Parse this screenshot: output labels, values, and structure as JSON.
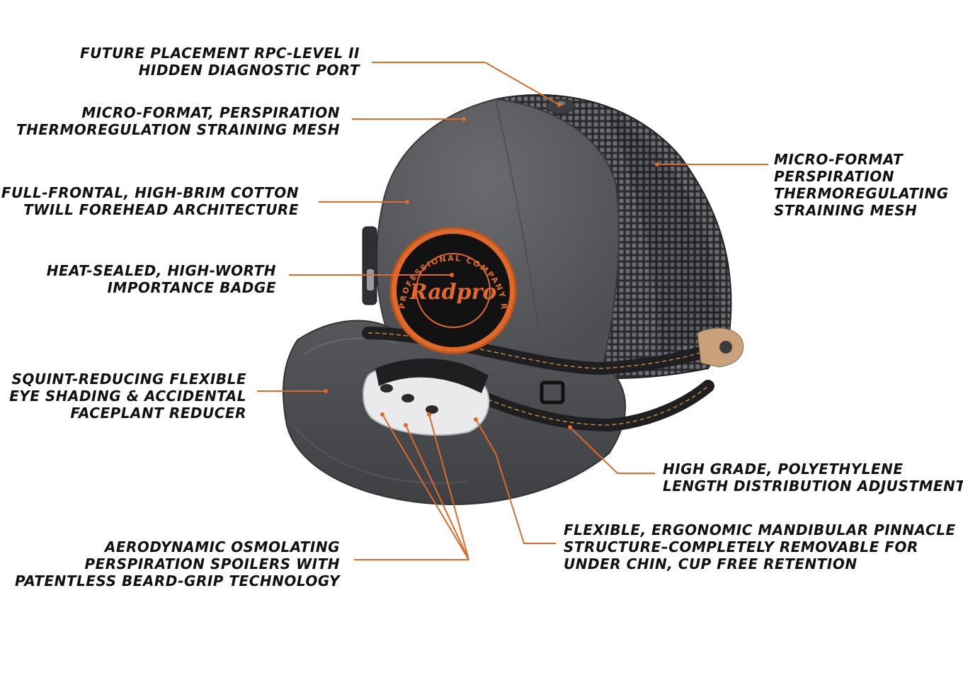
{
  "colors": {
    "accent": "#e0692a",
    "text": "#111111",
    "cap_crown": "#5b5c5e",
    "cap_brim": "#4b4c4e",
    "mesh": "#2c2d30",
    "badge_ring": "#e0692a",
    "badge_center": "#121212"
  },
  "badge": {
    "brand": "Radpro",
    "ring_text": "PROFESSIONAL COMPANY RADICAL"
  },
  "callouts": {
    "diagnostic_port": [
      "FUTURE PLACEMENT RPC-LEVEL II",
      "HIDDEN DIAGNOSTIC PORT"
    ],
    "straining_mesh_left": [
      "MICRO-FORMAT, PERSPIRATION",
      "THERMOREGULATION STRAINING MESH"
    ],
    "forehead": [
      "FULL-FRONTAL, HIGH-BRIM COTTON",
      "TWILL FOREHEAD ARCHITECTURE"
    ],
    "badge": [
      "HEAT-SEALED, HIGH-WORTH",
      "IMPORTANCE BADGE"
    ],
    "brim": [
      "SQUINT-REDUCING FLEXIBLE",
      "EYE SHADING & ACCIDENTAL",
      "FACEPLANT REDUCER"
    ],
    "spoilers": [
      "AERODYNAMIC OSMOLATING",
      "PERSPIRATION SPOILERS WITH",
      "PATENTLESS BEARD-GRIP TECHNOLOGY"
    ],
    "mesh_right": [
      "MICRO-FORMAT",
      "PERSPIRATION",
      "THERMOREGULATING",
      "STRAINING MESH"
    ],
    "adjustment": [
      "HIGH GRADE, POLYETHYLENE",
      "LENGTH DISTRIBUTION ADJUSTMENT"
    ],
    "chin": [
      "FLEXIBLE, ERGONOMIC MANDIBULAR PINNACLE",
      "STRUCTURE–COMPLETELY REMOVABLE FOR",
      "UNDER CHIN, CUP FREE RETENTION"
    ]
  }
}
